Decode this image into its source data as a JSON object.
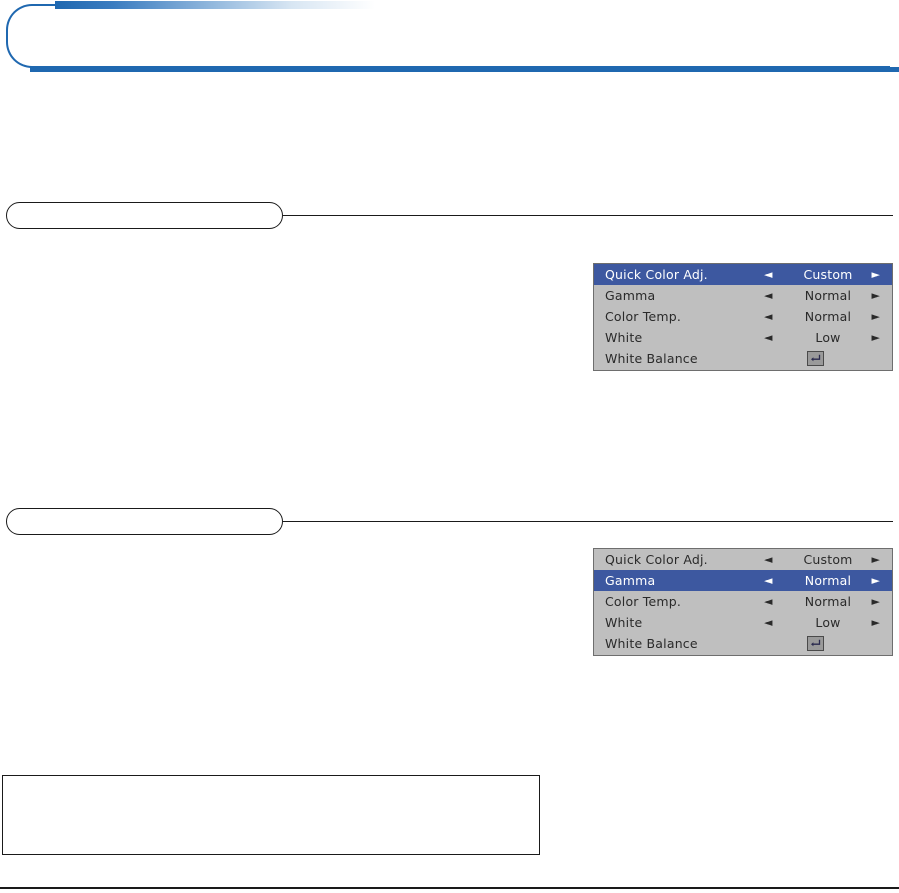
{
  "page": {
    "header": {
      "title": "",
      "accent_color": "#1f68b0",
      "gradient_from": "#1f68b0",
      "gradient_to": "#ffffff"
    },
    "footer": {
      "text": ""
    },
    "note": {
      "text": ""
    },
    "sections": [
      {
        "id": "section-1",
        "label": "",
        "body": ""
      },
      {
        "id": "section-2",
        "label": "",
        "body": ""
      }
    ]
  },
  "osd": {
    "colors": {
      "panel_bg": "#bfbfbf",
      "panel_border": "#6e6e6e",
      "selected_bg": "#3d58a0",
      "selected_fg": "#ffffff",
      "text": "#2a2a2a"
    },
    "icons": {
      "arrow_left": "◄",
      "arrow_right": "►",
      "enter": "enter-key-icon"
    },
    "menus": [
      {
        "id": "menu-quick-color-adj",
        "selected_index": 0,
        "rows": [
          {
            "label": "Quick Color Adj.",
            "value": "Custom",
            "control": "spinner"
          },
          {
            "label": "Gamma",
            "value": "Normal",
            "control": "spinner"
          },
          {
            "label": "Color Temp.",
            "value": "Normal",
            "control": "spinner"
          },
          {
            "label": "White",
            "value": "Low",
            "control": "spinner"
          },
          {
            "label": "White Balance",
            "value": "",
            "control": "enter"
          }
        ]
      },
      {
        "id": "menu-gamma",
        "selected_index": 1,
        "rows": [
          {
            "label": "Quick Color Adj.",
            "value": "Custom",
            "control": "spinner"
          },
          {
            "label": "Gamma",
            "value": "Normal",
            "control": "spinner"
          },
          {
            "label": "Color Temp.",
            "value": "Normal",
            "control": "spinner"
          },
          {
            "label": "White",
            "value": "Low",
            "control": "spinner"
          },
          {
            "label": "White Balance",
            "value": "",
            "control": "enter"
          }
        ]
      }
    ]
  }
}
